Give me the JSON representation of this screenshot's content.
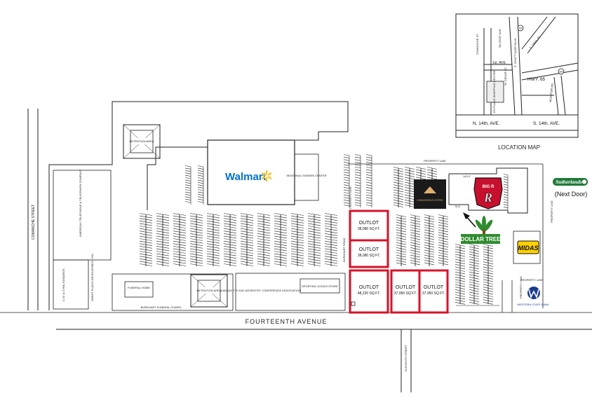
{
  "brands": {
    "walmart": "Walmart",
    "big_r": "BIG R",
    "dollar_tree": "DOLLAR TREE",
    "midas": "MIDAS",
    "sutherlands": "Sutherlands",
    "next_door": "(Next Door)",
    "western_state_bank": "WESTERN STATE BANK",
    "coronado": "CONNOISSEUR COFFEE"
  },
  "outlots": [
    {
      "title": "OUTLOT",
      "size": "38,080 SQ FT."
    },
    {
      "title": "OUTLOT",
      "size": "38,080 SQ FT."
    },
    {
      "title": "OUTLOT",
      "size": "48,220 SQ FT."
    },
    {
      "title": "OUTLOT",
      "size": "37,950 SQ FT."
    },
    {
      "title": "OUTLOT",
      "size": "37,950 SQ FT."
    }
  ],
  "streets": {
    "fourteenth": "FOURTEENTH AVENUE",
    "comanche": "COMANCHE STREET",
    "eleventh": "ELEVENTH STREET",
    "burkhart": "BURKHART ROAD"
  },
  "labels": {
    "detention_top": "DETENTION AREA",
    "detention_bottom": "DETENTION AREA",
    "funeral_home": "FUNERAL HOME",
    "burkhart_chapel": "BURKHART FUNERAL CHAPEL",
    "adventist": "KANSAS 7TH DAY ADVENTIST CONFERENCE ASSOCIATION",
    "sporting_goods": "SPORTING GOODS STORE",
    "property_line_top": "PROPERTY LINE",
    "property_line_right": "PROPERTY LINE",
    "property_line_bottom": "PROPERTY LINE",
    "property_line_low": "PROPERTY LINE",
    "property_line_burk": "PROPERTY LINE",
    "att": "AMERICAN TELEPHONE & TELEGRAPH COMPANY",
    "great_plains": "GREAT PLAINS DEVELOPMENT INC.",
    "edwards": "C.W. & CYBIL EDWARDS",
    "garden_center": "SEASONAL GARDEN CENTER",
    "dim_140": "140.0'",
    "dim_785": "78.5'",
    "dim_615": "61.5'"
  },
  "location_map": {
    "title": "LOCATION MAP",
    "n14": "N. 14th. AVE.",
    "s14": "S. 14th. AVE.",
    "hwy": "HWY. 65",
    "first": "1st. AVE.",
    "cedar": "W. CEDAR ST.",
    "comanche": "COMANCHE ST.",
    "military": "MILITARY AVE.",
    "wyatt": "E. WYATT EARP BLVD.",
    "trail": "E. TRAIL ST.",
    "mcartor": "MCARTOR RD.",
    "mall": "HY-PLAINS SHOPPING CENTER",
    "shield_a": "400",
    "shield_b": "283"
  }
}
